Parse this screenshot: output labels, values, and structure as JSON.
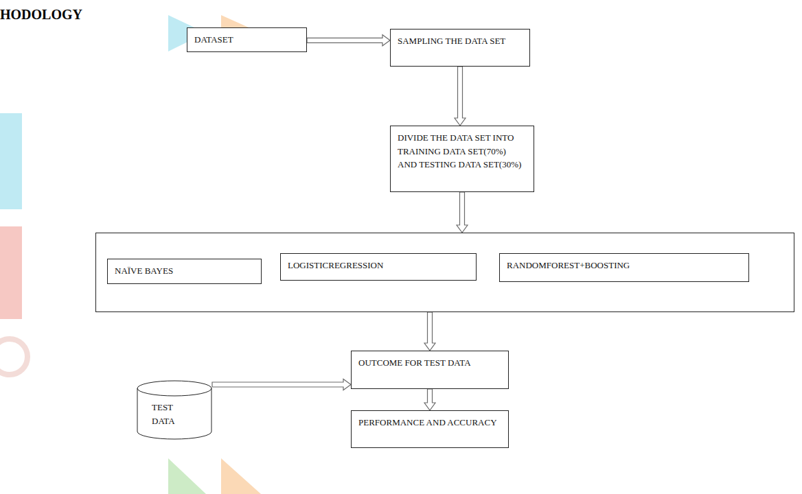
{
  "diagram": {
    "title": "HODOLOGY",
    "nodes": [
      {
        "text": [
          "DATASET"
        ]
      },
      {
        "text": [
          "SAMPLING THE DATA SET"
        ]
      },
      {
        "text": [
          "DIVIDE THE DATA SET INTO TRAINING DATA SET(70%) AND TESTING DATA SET(30%)"
        ]
      },
      {
        "text": []
      },
      {
        "text": [
          "NAÏVE BAYES"
        ],
        "in": 3
      },
      {
        "text": [
          "LOGISTICREGRESSION"
        ],
        "in": 3
      },
      {
        "text": [
          "RANDOMFOREST+BOOSTING"
        ],
        "in": 3
      },
      {
        "text": [
          "TEST DATA"
        ]
      },
      {
        "text": [
          "OUTCOME FOR TEST DATA"
        ]
      },
      {
        "text": [
          "PERFORMANCE AND ACCURACY"
        ]
      }
    ],
    "edges": [
      {
        "from": 0,
        "to": 1,
        "arrow": "to"
      },
      {
        "from": 1,
        "to": 2,
        "arrow": "to"
      },
      {
        "from": 2,
        "to": 3,
        "arrow": "to"
      },
      {
        "from": 3,
        "to": 8,
        "arrow": "to"
      },
      {
        "from": 7,
        "to": 8,
        "arrow": "to"
      },
      {
        "from": 8,
        "to": 9,
        "arrow": "to"
      }
    ]
  }
}
